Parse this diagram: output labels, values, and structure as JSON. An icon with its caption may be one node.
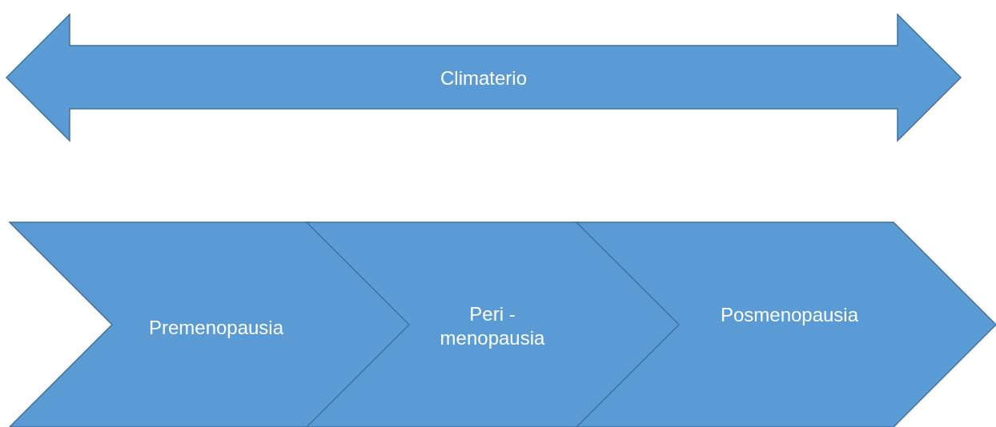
{
  "diagram": {
    "nodes": [
      {
        "text": [
          "Climaterio"
        ]
      },
      {
        "text": [
          "Premenopausia"
        ]
      },
      {
        "text": [
          "Peri - menopausia"
        ]
      },
      {
        "text": [
          "Posmenopausia"
        ]
      }
    ]
  }
}
